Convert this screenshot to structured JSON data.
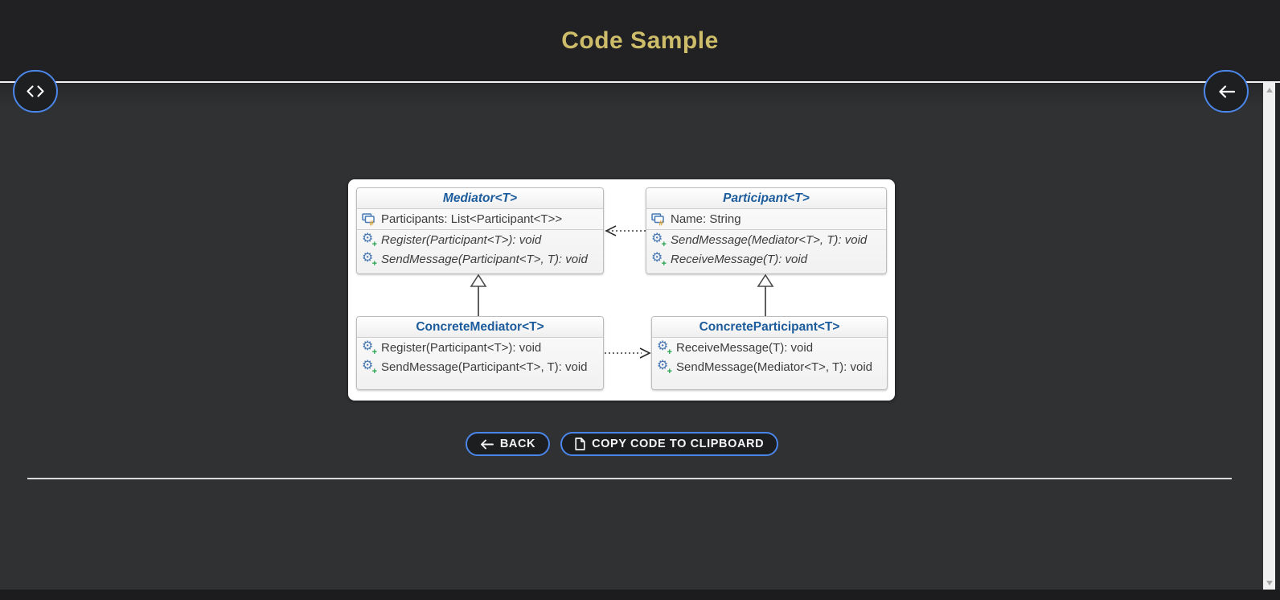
{
  "header": {
    "title": "Code Sample"
  },
  "floating_buttons": {
    "left": {
      "icon": "code-icon"
    },
    "right": {
      "icon": "arrow-left-icon"
    }
  },
  "diagram": {
    "classes": [
      {
        "title": "Mediator<T>",
        "kind": "abstract",
        "properties": [
          "Participants: List<Participant<T>>"
        ],
        "methods": [
          "Register(Participant<T>): void",
          "SendMessage(Participant<T>, T): void"
        ]
      },
      {
        "title": "Participant<T>",
        "kind": "abstract",
        "properties": [
          "Name: String"
        ],
        "methods": [
          "SendMessage(Mediator<T>, T): void",
          "ReceiveMessage(T): void"
        ]
      },
      {
        "title": "ConcreteMediator<T>",
        "kind": "concrete",
        "properties": [],
        "methods": [
          "Register(Participant<T>): void",
          "SendMessage(Participant<T>, T): void"
        ]
      },
      {
        "title": "ConcreteParticipant<T>",
        "kind": "concrete",
        "properties": [],
        "methods": [
          "ReceiveMessage(T): void",
          "SendMessage(Mediator<T>, T): void"
        ]
      }
    ],
    "relations": [
      {
        "type": "dashed-dependency",
        "from": "Participant<T>",
        "to": "Mediator<T>"
      },
      {
        "type": "dashed-dependency",
        "from": "ConcreteMediator<T>",
        "to": "ConcreteParticipant<T>"
      },
      {
        "type": "inheritance",
        "from": "ConcreteMediator<T>",
        "to": "Mediator<T>"
      },
      {
        "type": "inheritance",
        "from": "ConcreteParticipant<T>",
        "to": "Participant<T>"
      }
    ]
  },
  "actions": {
    "back_label": "BACK",
    "copy_label": "COPY CODE TO CLIPBOARD"
  },
  "icons": {
    "gear": "⚙",
    "plus": "+",
    "hash": "#"
  },
  "colors": {
    "header_bg": "#212022",
    "content_bg": "#2f3133",
    "title_gold": "#cdbc69",
    "accent_blue": "#4b86ea",
    "class_title_blue": "#1c5c9c",
    "scrollbar_track": "#f0f0f0"
  }
}
